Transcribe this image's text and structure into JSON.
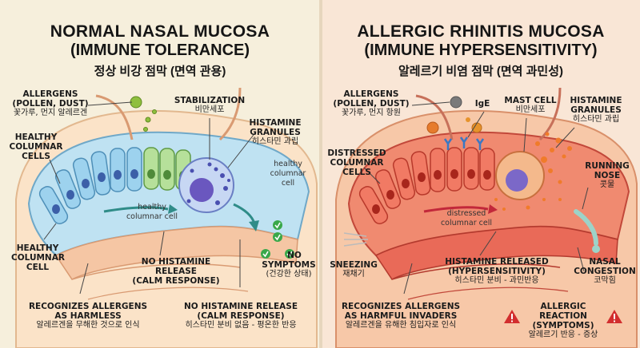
{
  "left": {
    "title1": "NORMAL NASAL MUCOSA",
    "title2": "(IMMUNE TOLERANCE)",
    "title3": "정상 비강 점막 (면역 관용)",
    "allergens": [
      "ALLERGENS",
      "(POLLEN, DUST)",
      "꽃가루, 먼지 알레르겐"
    ],
    "stabilization": [
      "STABILIZATION",
      "비만세포"
    ],
    "histamine_granules": [
      "HISTAMINE",
      "GRANULES",
      "히스타민 과립"
    ],
    "healthy_cells_top": [
      "HEALTHY",
      "COLUMNAR",
      "CELLS"
    ],
    "healthy_cell_side": [
      "healthy",
      "columnar",
      "cell"
    ],
    "healthy_cell_inner": [
      "healthy",
      "columnar cell"
    ],
    "healthy_cells_bottom": [
      "HEALTHY",
      "COLUMNAR",
      "CELL"
    ],
    "no_histamine_mid": [
      "NO HISTAMINE RELEASE",
      "(CALM RESPONSE)"
    ],
    "no_symptoms": [
      "NO",
      "SYMPTOMS",
      "(건강한 상태)"
    ],
    "recognizes": [
      "RECOGNIZES ALLERGENS",
      "AS HARMLESS",
      "알레르겐을 무해한 것으로 인식"
    ],
    "no_histamine_bottom": [
      "NO HISTAMINE RELEASE",
      "(CALM RESPONSE)",
      "히스타민 분비 없음 - 평온한 반응"
    ]
  },
  "right": {
    "title1": "ALLERGIC RHINITIS MUCOSA",
    "title2": "(IMMUNE HYPERSENSITIVITY)",
    "title3": "알레르기 비염 점막 (면역 과민성)",
    "allergens": [
      "ALLERGENS",
      "(POLLEN, DUST)",
      "꽃가루, 먼지 항원"
    ],
    "ige": [
      "IgE"
    ],
    "mast_cell": [
      "MAST CELL",
      "비만세포"
    ],
    "histamine_granules": [
      "HISTAMINE",
      "GRANULES",
      "히스타민 과립"
    ],
    "distressed_cells": [
      "DISTRESSED",
      "COLUMNAR",
      "CELLS"
    ],
    "running_nose": [
      "RUNNING",
      "NOSE",
      "콧물"
    ],
    "distressed_inner": [
      "distressed",
      "columnar cell"
    ],
    "sneezing": [
      "SNEEZING",
      "재채기"
    ],
    "histamine_released": [
      "HISTAMINE RELEASED",
      "(HYPERSENSITIVITY)",
      "히스타민 분비 - 과민반응"
    ],
    "nasal_congestion": [
      "NASAL",
      "CONGESTION",
      "코막힘"
    ],
    "recognizes": [
      "RECOGNIZES ALLERGENS",
      "AS HARMFUL INVADERS",
      "알레르겐을 유해한 침입자로 인식"
    ],
    "allergic_reaction": [
      "ALLERGIC REACTION",
      "(SYMPTOMS)",
      "알레르기 반응 - 증상"
    ]
  },
  "colors": {
    "left_bg": "#f6efdc",
    "right_bg": "#f9e6d6",
    "healthy_blue": "#8fcbe8",
    "healthy_green": "#a8d88a",
    "distressed_red": "#e85b4a",
    "tissue_orange": "#f3a06a",
    "mast_purple": "#7b68c8",
    "check_green": "#3aa84a"
  }
}
